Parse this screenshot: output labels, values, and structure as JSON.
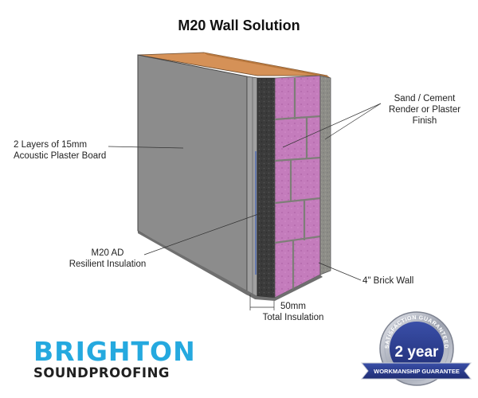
{
  "title": "M20 Wall Solution",
  "labels": {
    "plasterboard": [
      "2 Layers of 15mm",
      "Acoustic Plaster Board"
    ],
    "render": [
      "Sand / Cement",
      "Render or Plaster",
      "Finish"
    ],
    "insulation": [
      "M20 AD",
      "Resilient Insulation"
    ],
    "brick": "4\" Brick Wall",
    "total": [
      "50mm",
      "Total Insulation"
    ]
  },
  "logo": {
    "top": "BRIGHTON",
    "bottom": "SOUNDPROOFING"
  },
  "badge": {
    "arc_text": "SATISFACTION GUARANTEED",
    "main": "2 year",
    "ribbon": "WORKMANSHIP GUARANTEE"
  },
  "colors": {
    "plasterboard": "#8f8f8f",
    "insulation": "#3a3a3a",
    "brick": "#c074b9",
    "top_edge": "#d08a4a",
    "logo_blue": "#25a9df"
  }
}
